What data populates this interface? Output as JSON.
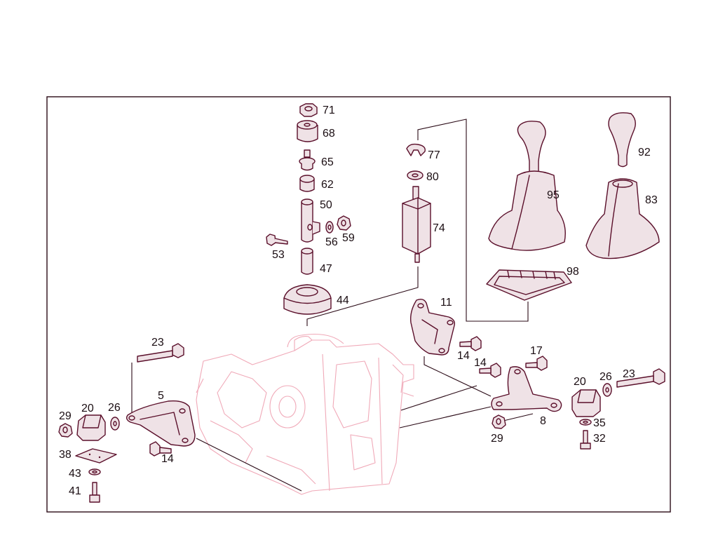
{
  "labels": {
    "p71": "71",
    "p68": "68",
    "p65": "65",
    "p62": "62",
    "p50": "50",
    "p59": "59",
    "p56": "56",
    "p53": "53",
    "p47": "47",
    "p44": "44",
    "p77": "77",
    "p80": "80",
    "p74": "74",
    "p95": "95",
    "p92": "92",
    "p83": "83",
    "p98": "98",
    "p11": "11",
    "p14a": "14",
    "p14b": "14",
    "p17": "17",
    "p20a": "20",
    "p20b": "20",
    "p26a": "26",
    "p26b": "26",
    "p23a": "23",
    "p23b": "23",
    "p5": "5",
    "p29a": "29",
    "p29b": "29",
    "p8": "8",
    "p35": "35",
    "p32": "32",
    "p38": "38",
    "p43": "43",
    "p41": "41",
    "p14c": "14"
  },
  "colors": {
    "part_stroke": "#5a0f2a",
    "transmission_outline": "#f0a9b8",
    "frame": "#2a0a16"
  }
}
